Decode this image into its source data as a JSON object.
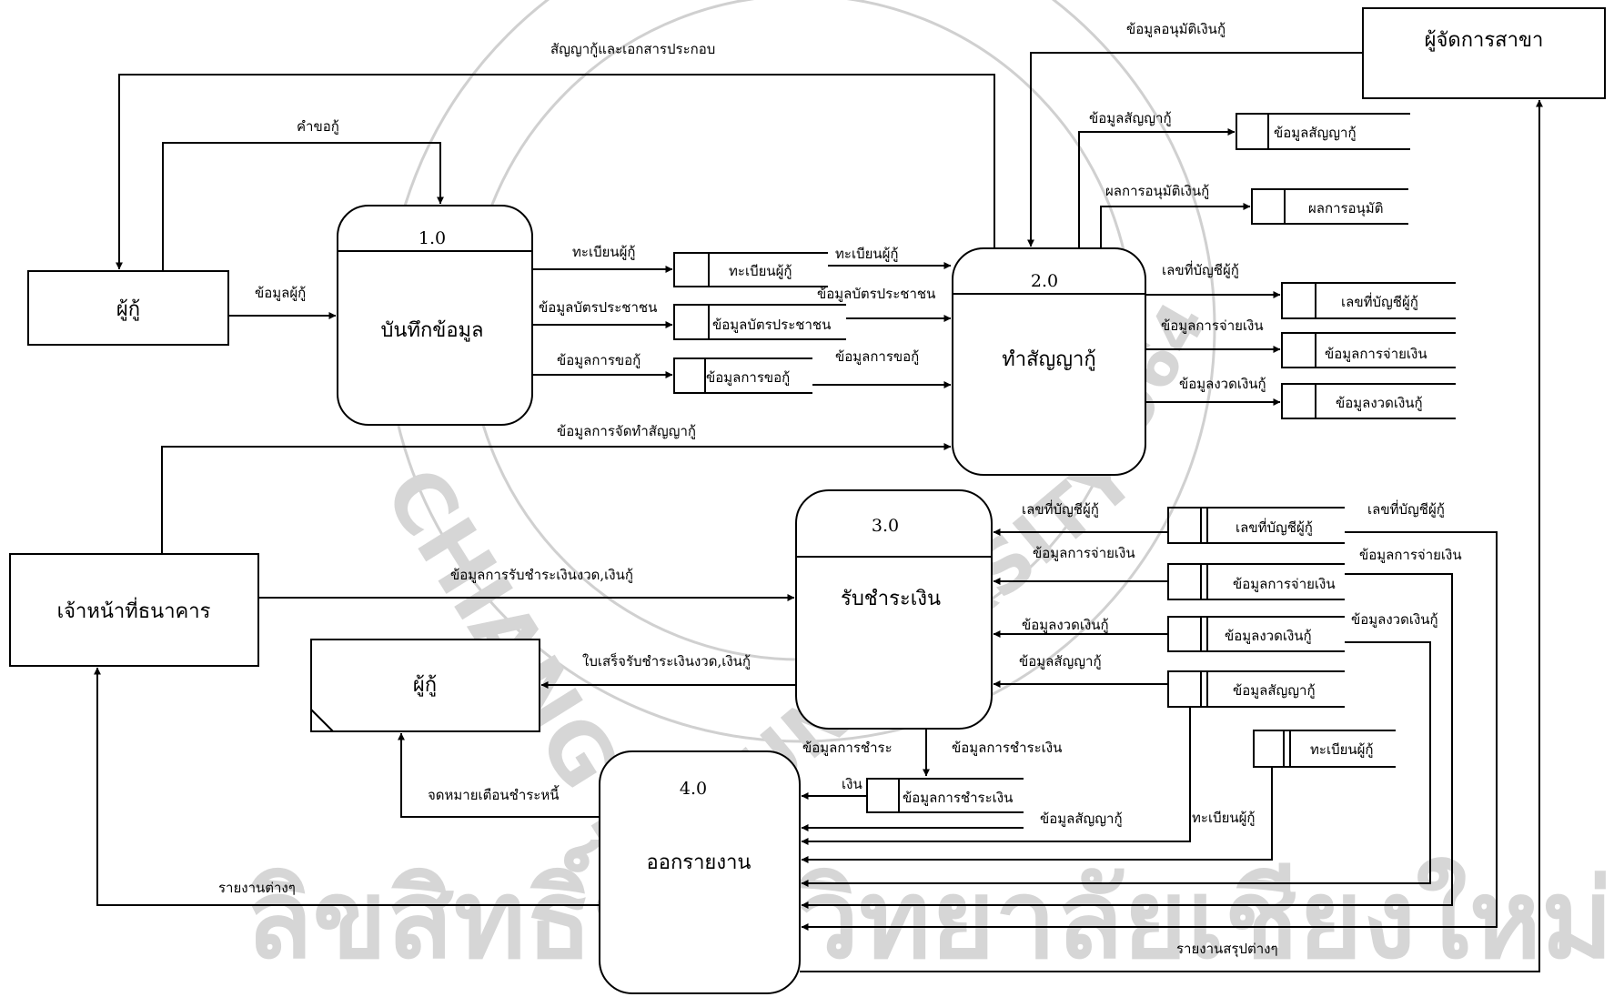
{
  "entities": {
    "borrower": "ผู้กู้",
    "bank_officer": "เจ้าหน้าที่ธนาคาร",
    "branch_manager": "ผู้จัดการสาขา",
    "borrower_doc": "ผู้กู้"
  },
  "processes": [
    {
      "num": "1.0",
      "name": "บันทึกข้อมูล"
    },
    {
      "num": "2.0",
      "name": "ทำสัญญากู้"
    },
    {
      "num": "3.0",
      "name": "รับชำระเงิน"
    },
    {
      "num": "4.0",
      "name": "ออกรายงาน"
    }
  ],
  "stores": {
    "reg1": "ทะเบียนผู้กู้",
    "id1": "ข้อมูลบัตรประชาชน",
    "req1": "ข้อมูลการขอกู้",
    "contract2": "ข้อมูลสัญญากู้",
    "approve2": "ผลการอนุมัติ",
    "acct2": "เลขที่บัญชีผู้กู้",
    "pay2": "ข้อมูลการจ่ายเงิน",
    "install2": "ข้อมูลงวดเงินกู้",
    "acct3": "เลขที่บัญชีผู้กู้",
    "pay3": "ข้อมูลการจ่ายเงิน",
    "install3": "ข้อมูลงวดเงินกู้",
    "contract3": "ข้อมูลสัญญากู้",
    "reg4": "ทะเบียนผู้กู้",
    "payment": "ข้อมูลการชำระเงิน"
  },
  "flows": {
    "contract_docs": "สัญญากู้และเอกสารประกอบ",
    "loan_request": "คำขอกู้",
    "borrower_info": "ข้อมูลผู้กู้",
    "reg_in": "ทะเบียนผู้กู้",
    "reg_out": "ทะเบียนผู้กู้",
    "id_in": "ข้อมูลบัตรประชาชน",
    "id_out": "ข้อมูลบัตรประชาชน",
    "req_in": "ข้อมูลการขอกู้",
    "req_out": "ข้อมูลการขอกู้",
    "contract_prep": "ข้อมูลการจัดทำสัญญากู้",
    "approval_info": "ข้อมูลอนุมัติเงินกู้",
    "contract_out": "ข้อมูลสัญญากู้",
    "approval_result": "ผลการอนุมัติเงินกู้",
    "acct_out": "เลขที่บัญชีผู้กู้",
    "pay_out": "ข้อมูลการจ่ายเงิน",
    "install_out": "ข้อมูลงวดเงินกู้",
    "acct_in3": "เลขที่บัญชีผู้กู้",
    "pay_in3": "ข้อมูลการจ่ายเงิน",
    "install_in3": "ข้อมูลงวดเงินกู้",
    "contract_in3": "ข้อมูลสัญญากู้",
    "acct_right": "เลขที่บัญชีผู้กู้",
    "pay_right": "ข้อมูลการจ่ายเงิน",
    "install_right": "ข้อมูลงวดเงินกู้",
    "receive_payment": "ข้อมูลการรับชำระเงินงวด,เงินกู้",
    "receipt": "ใบเสร็จรับชำระเงินงวด,เงินกู้",
    "payment_a": "ข้อมูลการชำระ",
    "payment_b": "เงิน",
    "payment_c": "ข้อมูลการชำระเงิน",
    "contract_to4": "ข้อมูลสัญญากู้",
    "reg_to4": "ทะเบียนผู้กู้",
    "reminder": "จดหมายเตือนชำระหนี้",
    "reports": "รายงานต่างๆ",
    "summary": "รายงานสรุปต่างๆ"
  },
  "watermark": {
    "bottom_text": "ลิขสิทธิ์มหาวิทยาลัยเชียงใหม่",
    "seal_text_left": "CHIANG MAI",
    "seal_text_right": "UNIVERSITY",
    "seal_year": "1964"
  },
  "colors": {
    "line": "#000000",
    "watermark": "#d0d0d0"
  }
}
